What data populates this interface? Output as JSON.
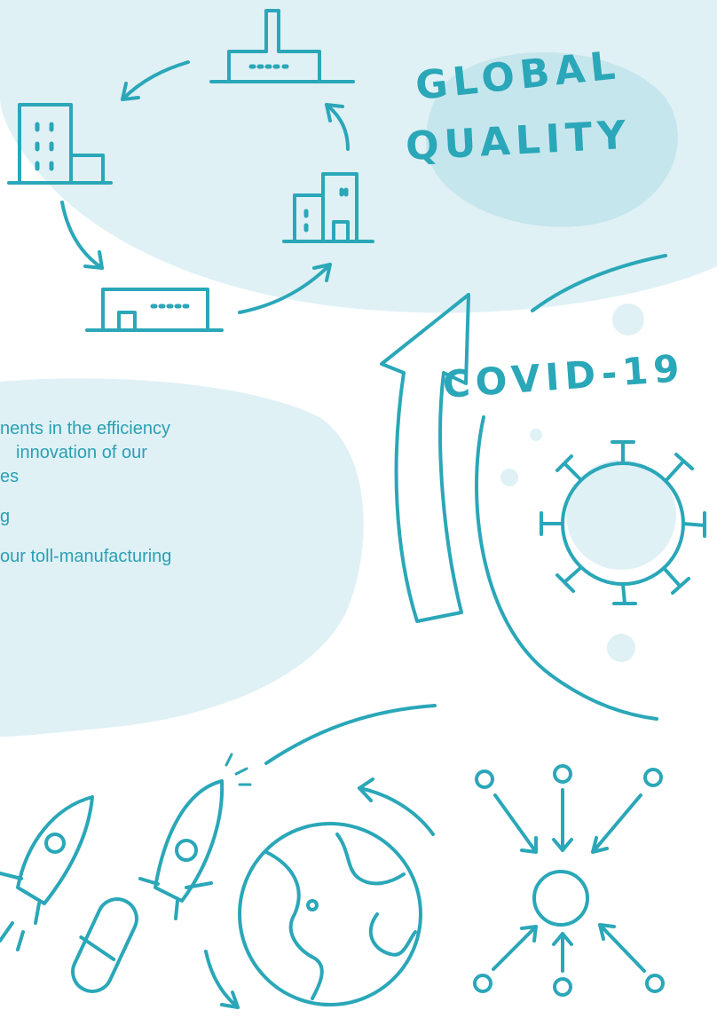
{
  "headings": {
    "global_quality_line1": "GLOBAL",
    "global_quality_line2": "QUALITY",
    "covid": "COVID-19"
  },
  "paragraphs": [
    [
      "nents in the efficiency",
      "innovation of our",
      "es"
    ],
    [
      "g"
    ],
    [
      "our toll-manufacturing"
    ]
  ],
  "colors": {
    "stroke": "#2aa7b8",
    "blob_light": "#dff1f5",
    "blob_mid": "#c9e8ee",
    "text": "#2aa0b4"
  }
}
